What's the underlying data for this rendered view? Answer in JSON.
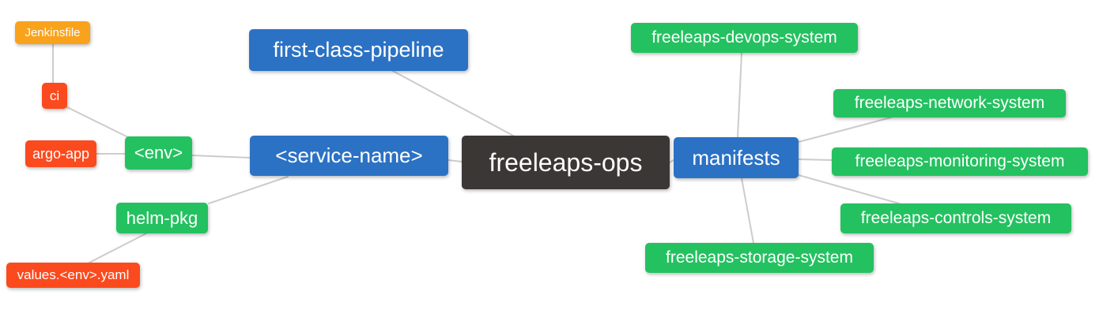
{
  "diagram": {
    "type": "mindmap",
    "root": "freeleaps-ops"
  },
  "palette": {
    "blue": "#2B72C4",
    "green": "#24C160",
    "red": "#FB4A1E",
    "orange": "#F9A21B",
    "dark": "#3B3734",
    "edge": "#CCCCCC",
    "text": "#FFFFFF",
    "background": "#FFFFFF"
  },
  "nodes": {
    "jenkinsfile": {
      "label": "Jenkinsfile",
      "color": "orange"
    },
    "ci": {
      "label": "ci",
      "color": "red"
    },
    "argo_app": {
      "label": "argo-app",
      "color": "red"
    },
    "env": {
      "label": "<env>",
      "color": "green"
    },
    "helm_pkg": {
      "label": "helm-pkg",
      "color": "green"
    },
    "values_env_yaml": {
      "label": "values.<env>.yaml",
      "color": "red"
    },
    "first_class_pipeline": {
      "label": "first-class-pipeline",
      "color": "blue"
    },
    "service_name": {
      "label": "<service-name>",
      "color": "blue"
    },
    "freeleaps_ops": {
      "label": "freeleaps-ops",
      "color": "dark"
    },
    "manifests": {
      "label": "manifests",
      "color": "blue"
    },
    "devops_system": {
      "label": "freeleaps-devops-system",
      "color": "green"
    },
    "network_system": {
      "label": "freeleaps-network-system",
      "color": "green"
    },
    "monitoring_system": {
      "label": "freeleaps-monitoring-system",
      "color": "green"
    },
    "controls_system": {
      "label": "freeleaps-controls-system",
      "color": "green"
    },
    "storage_system": {
      "label": "freeleaps-storage-system",
      "color": "green"
    }
  },
  "edges": [
    {
      "from": "jenkinsfile",
      "to": "ci"
    },
    {
      "from": "ci",
      "to": "env"
    },
    {
      "from": "argo_app",
      "to": "env"
    },
    {
      "from": "env",
      "to": "service_name"
    },
    {
      "from": "helm_pkg",
      "to": "service_name"
    },
    {
      "from": "values_env_yaml",
      "to": "helm_pkg"
    },
    {
      "from": "first_class_pipeline",
      "to": "freeleaps_ops"
    },
    {
      "from": "service_name",
      "to": "freeleaps_ops"
    },
    {
      "from": "freeleaps_ops",
      "to": "manifests"
    },
    {
      "from": "devops_system",
      "to": "manifests"
    },
    {
      "from": "manifests",
      "to": "network_system"
    },
    {
      "from": "manifests",
      "to": "monitoring_system"
    },
    {
      "from": "manifests",
      "to": "controls_system"
    },
    {
      "from": "manifests",
      "to": "storage_system"
    }
  ]
}
